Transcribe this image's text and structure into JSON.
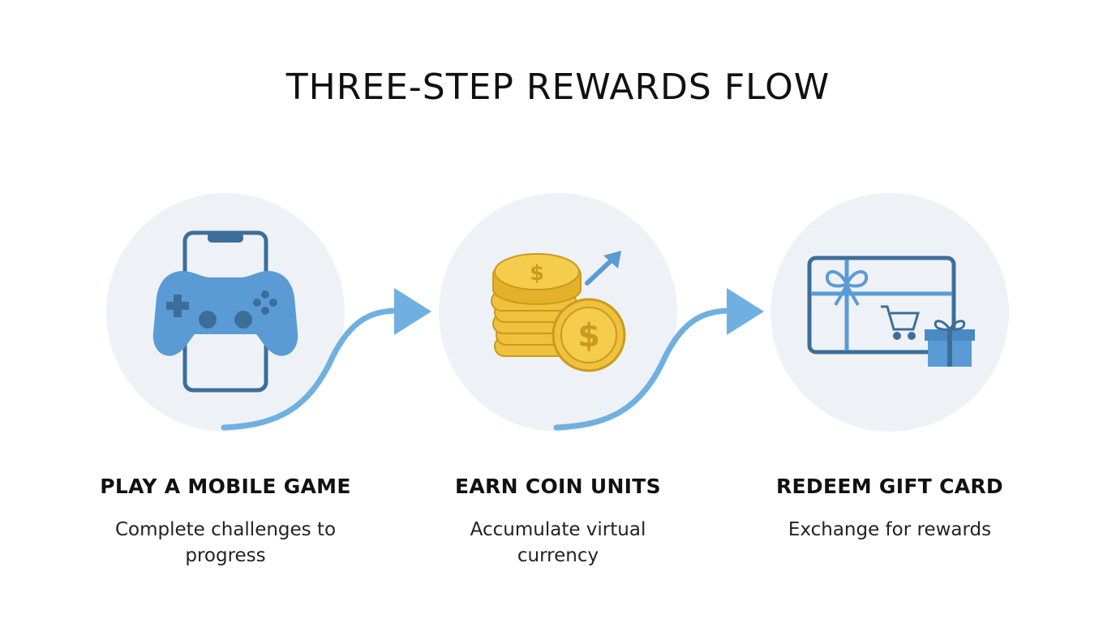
{
  "title": "THREE-STEP REWARDS FLOW",
  "steps": [
    {
      "title": "PLAY A MOBILE GAME",
      "description": "Complete challenges to progress",
      "icon": "gamepad-phone-icon"
    },
    {
      "title": "EARN COIN UNITS",
      "description": "Accumulate virtual currency",
      "icon": "coins-icon"
    },
    {
      "title": "REDEEM GIFT CARD",
      "description": "Exchange for rewards",
      "icon": "gift-card-icon"
    }
  ],
  "colors": {
    "circle": "#eef2f7",
    "icon_blue": "#5b9bd5",
    "icon_dark": "#3d6e99",
    "arrow": "#6fb0e0",
    "coin": "#f0c13c",
    "coin_dark": "#c99a1f"
  }
}
